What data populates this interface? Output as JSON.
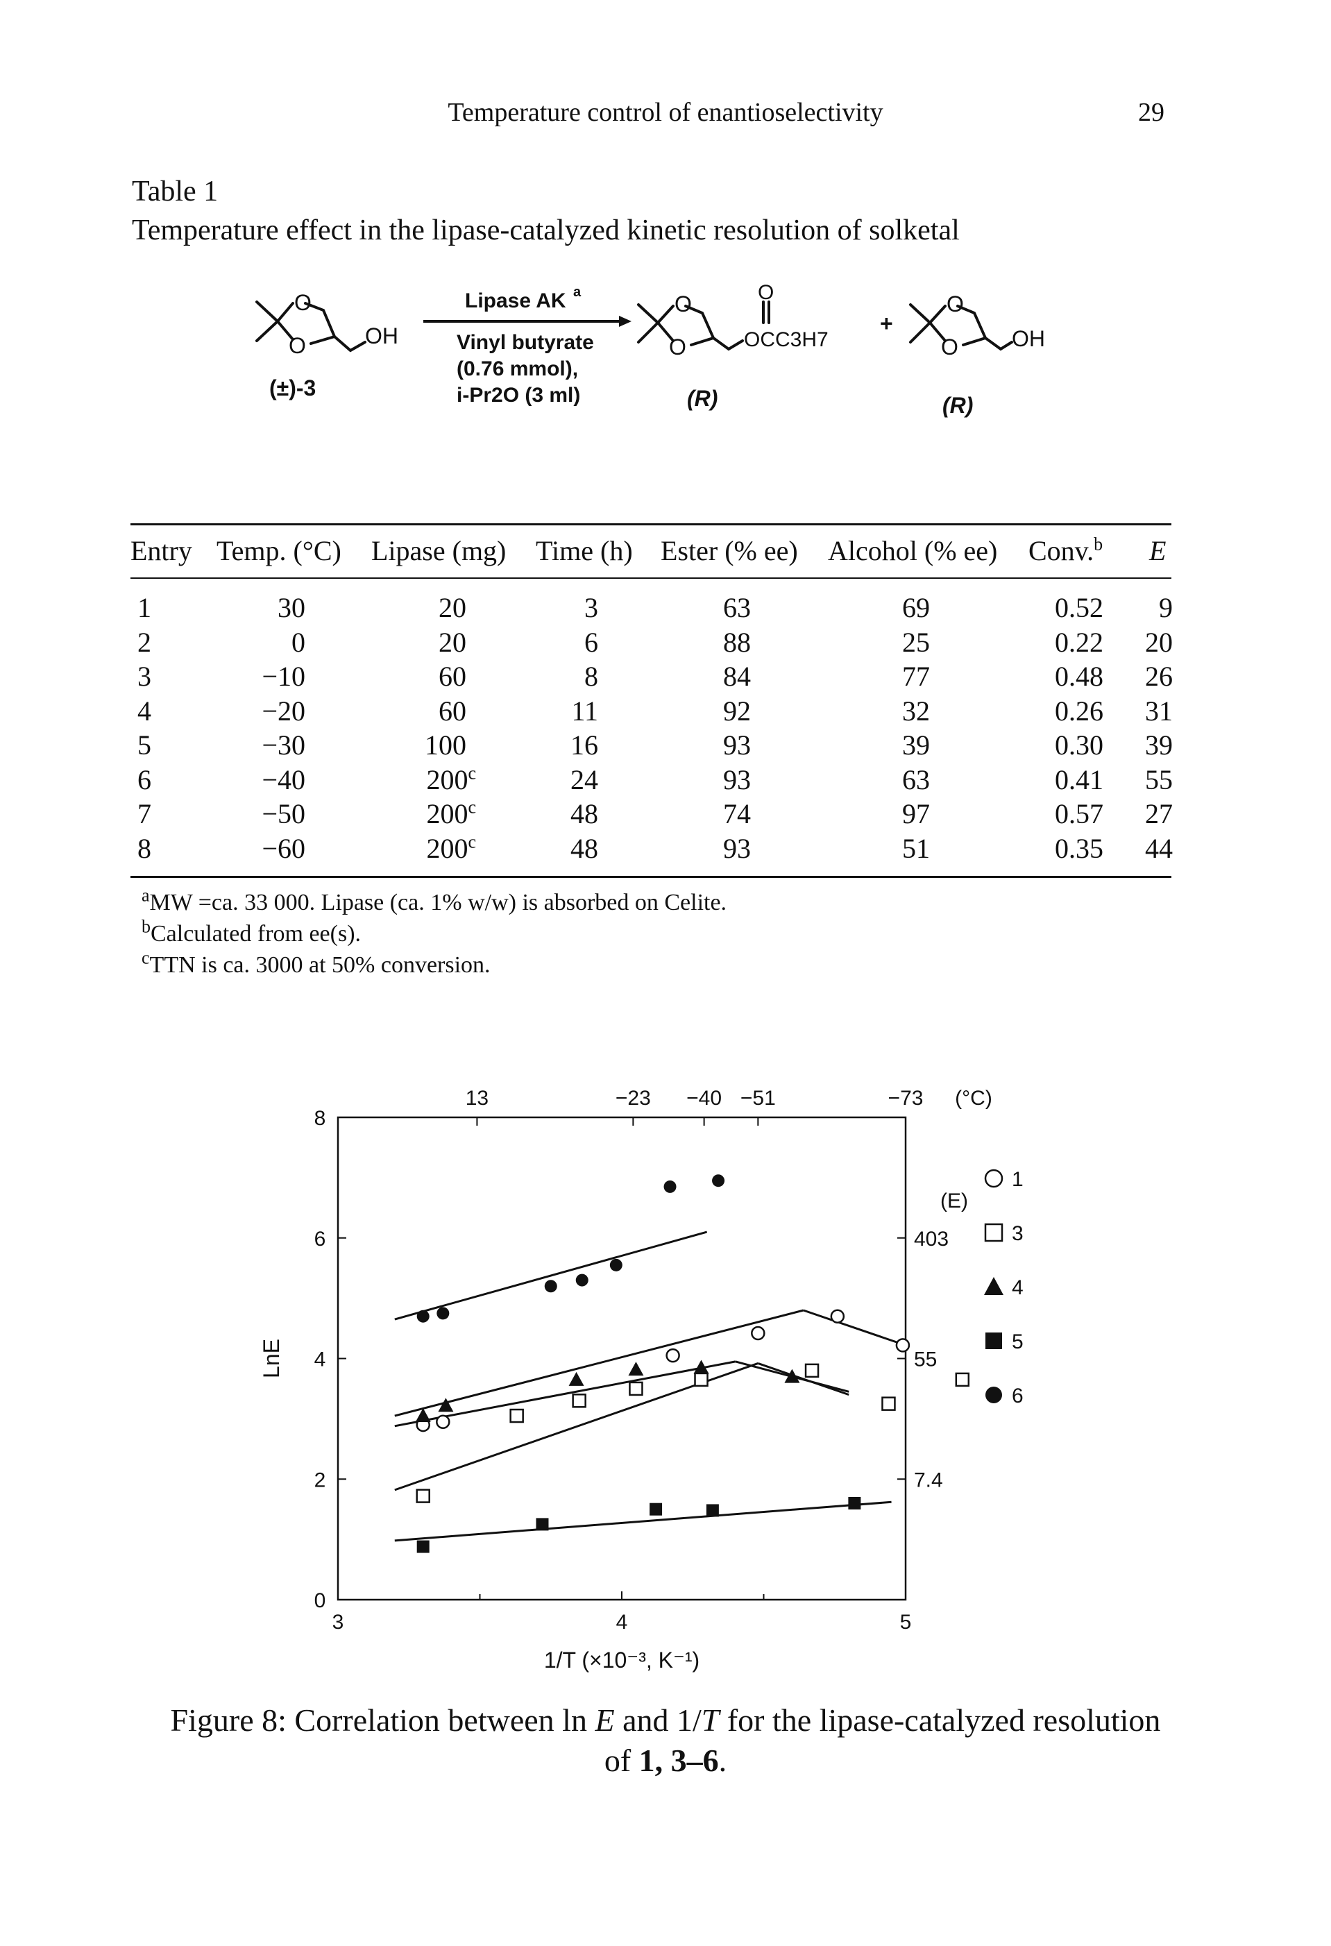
{
  "header": {
    "running_title": "Temperature control of enantioselectivity",
    "page_number": "29"
  },
  "table": {
    "label": "Table 1",
    "caption": "Temperature effect in the lipase-catalyzed kinetic resolution of solketal",
    "scheme": {
      "reactant_label": "(±)-3",
      "reagent_1": "Lipase AK",
      "reagent_1_sup": "a",
      "reagent_2": "Vinyl butyrate",
      "reagent_3": "(0.76 mmol),",
      "reagent_4": "i-Pr2O (3 ml)",
      "reactant_oh": "OH",
      "product_ester_group": "OCC3H7",
      "product_oh": "OH",
      "carbonyl_o": "O",
      "ring_o1": "O",
      "ring_o2": "O",
      "plus": "+",
      "product_1_label": "(R)",
      "product_2_label": "(R)"
    },
    "columns": [
      "Entry",
      "Temp. (°C)",
      "Lipase (mg)",
      "Time (h)",
      "Ester (% ee)",
      "Alcohol (% ee)",
      "Conv.",
      "E"
    ],
    "conv_sup": "b",
    "rows": [
      [
        "1",
        "30",
        "20",
        "3",
        "63",
        "69",
        "0.52",
        "9"
      ],
      [
        "2",
        "0",
        "20",
        "6",
        "88",
        "25",
        "0.22",
        "20"
      ],
      [
        "3",
        "−10",
        "60",
        "8",
        "84",
        "77",
        "0.48",
        "26"
      ],
      [
        "4",
        "−20",
        "60",
        "11",
        "92",
        "32",
        "0.26",
        "31"
      ],
      [
        "5",
        "−30",
        "100",
        "16",
        "93",
        "39",
        "0.30",
        "39"
      ],
      [
        "6",
        "−40",
        "200",
        "24",
        "93",
        "63",
        "0.41",
        "55"
      ],
      [
        "7",
        "−50",
        "200",
        "48",
        "74",
        "97",
        "0.57",
        "27"
      ],
      [
        "8",
        "−60",
        "200",
        "48",
        "93",
        "51",
        "0.35",
        "44"
      ]
    ],
    "lipase_sup_rows": [
      false,
      false,
      false,
      false,
      false,
      true,
      true,
      true
    ],
    "lipase_sup": "c",
    "footnotes": [
      {
        "mark": "a",
        "text": "MW =ca. 33 000. Lipase (ca. 1% w/w) is absorbed on Celite."
      },
      {
        "mark": "b",
        "text": "Calculated from ee(s)."
      },
      {
        "mark": "c",
        "text": "TTN is ca. 3000 at 50% conversion."
      }
    ]
  },
  "figure": {
    "caption_prefix": "Figure 8: Correlation between ln ",
    "caption_E": "E",
    "caption_mid": " and 1/",
    "caption_T": "T",
    "caption_suffix": " for the lipase-catalyzed resolution",
    "caption_line2_prefix": "of ",
    "caption_line2_bold": "1, 3–6",
    "caption_line2_suffix": "."
  },
  "chart_data": {
    "type": "scatter",
    "title": "",
    "xlabel": "1/T (×10⁻³, K⁻¹)",
    "ylabel": "LnE",
    "xlim": [
      3,
      5
    ],
    "ylim": [
      0,
      8
    ],
    "x_ticks": [
      "3",
      "4",
      "5"
    ],
    "y_ticks": [
      "0",
      "2",
      "4",
      "6",
      "8"
    ],
    "top_axis_label": "(°C)",
    "top_axis_ticks": [
      {
        "label": "13",
        "x": 3.49
      },
      {
        "label": "−23",
        "x": 4.04
      },
      {
        "label": "−40",
        "x": 4.29
      },
      {
        "label": "−51",
        "x": 4.48
      },
      {
        "label": "−73",
        "x": 5.0
      }
    ],
    "right_axis_title": "(E)",
    "right_axis_ticks": [
      {
        "label": "403",
        "lnE": 6.0
      },
      {
        "label": "55",
        "lnE": 4.0
      },
      {
        "label": "7.4",
        "lnE": 2.0
      }
    ],
    "grid": false,
    "legend_position": "right",
    "series": [
      {
        "name": "1",
        "marker": "circle-open",
        "points": [
          [
            3.3,
            2.9
          ],
          [
            3.37,
            2.95
          ],
          [
            4.18,
            4.05
          ],
          [
            4.48,
            4.42
          ],
          [
            4.76,
            4.7
          ],
          [
            4.99,
            4.22
          ]
        ],
        "lines": [
          [
            [
              3.2,
              3.05
            ],
            [
              4.64,
              4.8
            ]
          ],
          [
            [
              4.64,
              4.8
            ],
            [
              5.0,
              4.22
            ]
          ]
        ]
      },
      {
        "name": "3",
        "marker": "square-open",
        "points": [
          [
            3.3,
            1.72
          ],
          [
            3.63,
            3.05
          ],
          [
            3.85,
            3.3
          ],
          [
            4.05,
            3.5
          ],
          [
            4.28,
            3.65
          ],
          [
            4.67,
            3.8
          ],
          [
            4.94,
            3.25
          ],
          [
            5.2,
            3.65
          ]
        ],
        "lines": [
          [
            [
              3.2,
              1.82
            ],
            [
              4.48,
              3.92
            ]
          ],
          [
            [
              4.48,
              3.92
            ],
            [
              4.8,
              3.4
            ]
          ]
        ]
      },
      {
        "name": "4",
        "marker": "triangle-filled",
        "points": [
          [
            3.3,
            3.05
          ],
          [
            3.38,
            3.22
          ],
          [
            3.84,
            3.65
          ],
          [
            4.05,
            3.82
          ],
          [
            4.28,
            3.85
          ],
          [
            4.6,
            3.7
          ]
        ],
        "lines": [
          [
            [
              3.2,
              2.88
            ],
            [
              4.4,
              3.95
            ]
          ],
          [
            [
              4.4,
              3.95
            ],
            [
              4.8,
              3.45
            ]
          ]
        ]
      },
      {
        "name": "5",
        "marker": "square-filled",
        "points": [
          [
            3.3,
            0.88
          ],
          [
            3.72,
            1.25
          ],
          [
            4.12,
            1.5
          ],
          [
            4.32,
            1.48
          ],
          [
            4.82,
            1.6
          ]
        ],
        "lines": [
          [
            [
              3.2,
              0.98
            ],
            [
              4.95,
              1.62
            ]
          ]
        ]
      },
      {
        "name": "6",
        "marker": "circle-filled",
        "points": [
          [
            3.3,
            4.7
          ],
          [
            3.37,
            4.75
          ],
          [
            3.75,
            5.2
          ],
          [
            3.86,
            5.3
          ],
          [
            3.98,
            5.55
          ],
          [
            4.17,
            6.85
          ],
          [
            4.34,
            6.95
          ]
        ],
        "lines": [
          [
            [
              3.2,
              4.65
            ],
            [
              4.3,
              6.1
            ]
          ]
        ]
      }
    ]
  }
}
